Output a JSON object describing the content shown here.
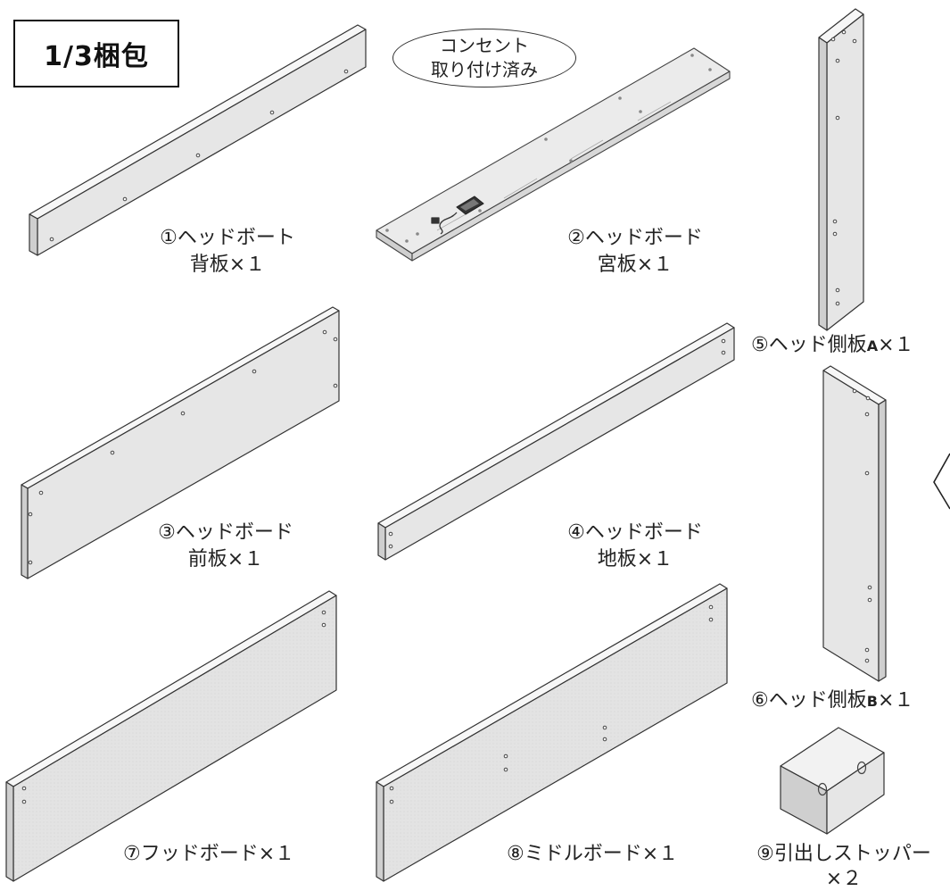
{
  "package": {
    "label": "1/3梱包"
  },
  "note": {
    "line1": "コンセント",
    "line2": "取り付け済み"
  },
  "parts": [
    {
      "line1": "①ヘッドボート",
      "line2": "背板×１"
    },
    {
      "line1": "②ヘッドボード",
      "line2": "宮板×１"
    },
    {
      "line1": "③ヘッドボード",
      "line2": "前板×１"
    },
    {
      "line1": "④ヘッドボード",
      "line2": "地板×１"
    },
    {
      "prefix": "⑤ヘッド側板",
      "letter": "A",
      "suffix": "×１"
    },
    {
      "prefix": "⑥ヘッド側板",
      "letter": "B",
      "suffix": "×１"
    },
    {
      "line1": "⑦フッドボード×１"
    },
    {
      "line1": "⑧ミドルボード×１"
    },
    {
      "line1": "⑨引出しストッパー",
      "line2": "×２"
    }
  ],
  "colors": {
    "board_face": "#e6e6e6",
    "board_edge": "#f7f7f7",
    "board_side": "#cfcfcf",
    "outline": "#333333"
  },
  "icons": [
    "outlet-icon",
    "plug-cord-icon",
    "chevron-left-icon"
  ]
}
